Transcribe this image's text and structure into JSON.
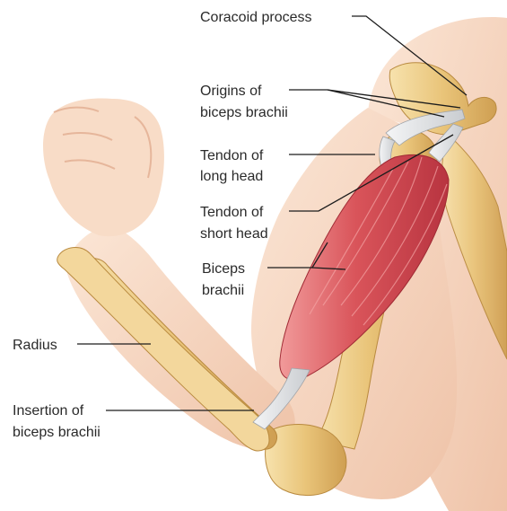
{
  "labels": {
    "coracoid": "Coracoid process",
    "origins_1": "Origins of",
    "origins_2": "biceps brachii",
    "tendon_long_1": "Tendon of",
    "tendon_long_2": "long head",
    "tendon_short_1": "Tendon of",
    "tendon_short_2": "short head",
    "biceps_1": "Biceps",
    "biceps_2": "brachii",
    "radius": "Radius",
    "insertion_1": "Insertion of",
    "insertion_2": "biceps brachii"
  },
  "colors": {
    "skin": "#f6d7c0",
    "skin_shade": "#eab79c",
    "bone": "#e8c27a",
    "bone_light": "#f6dfa8",
    "muscle": "#d2474f",
    "muscle_light": "#ee8a8c",
    "tendon": "#dfe1e4"
  }
}
